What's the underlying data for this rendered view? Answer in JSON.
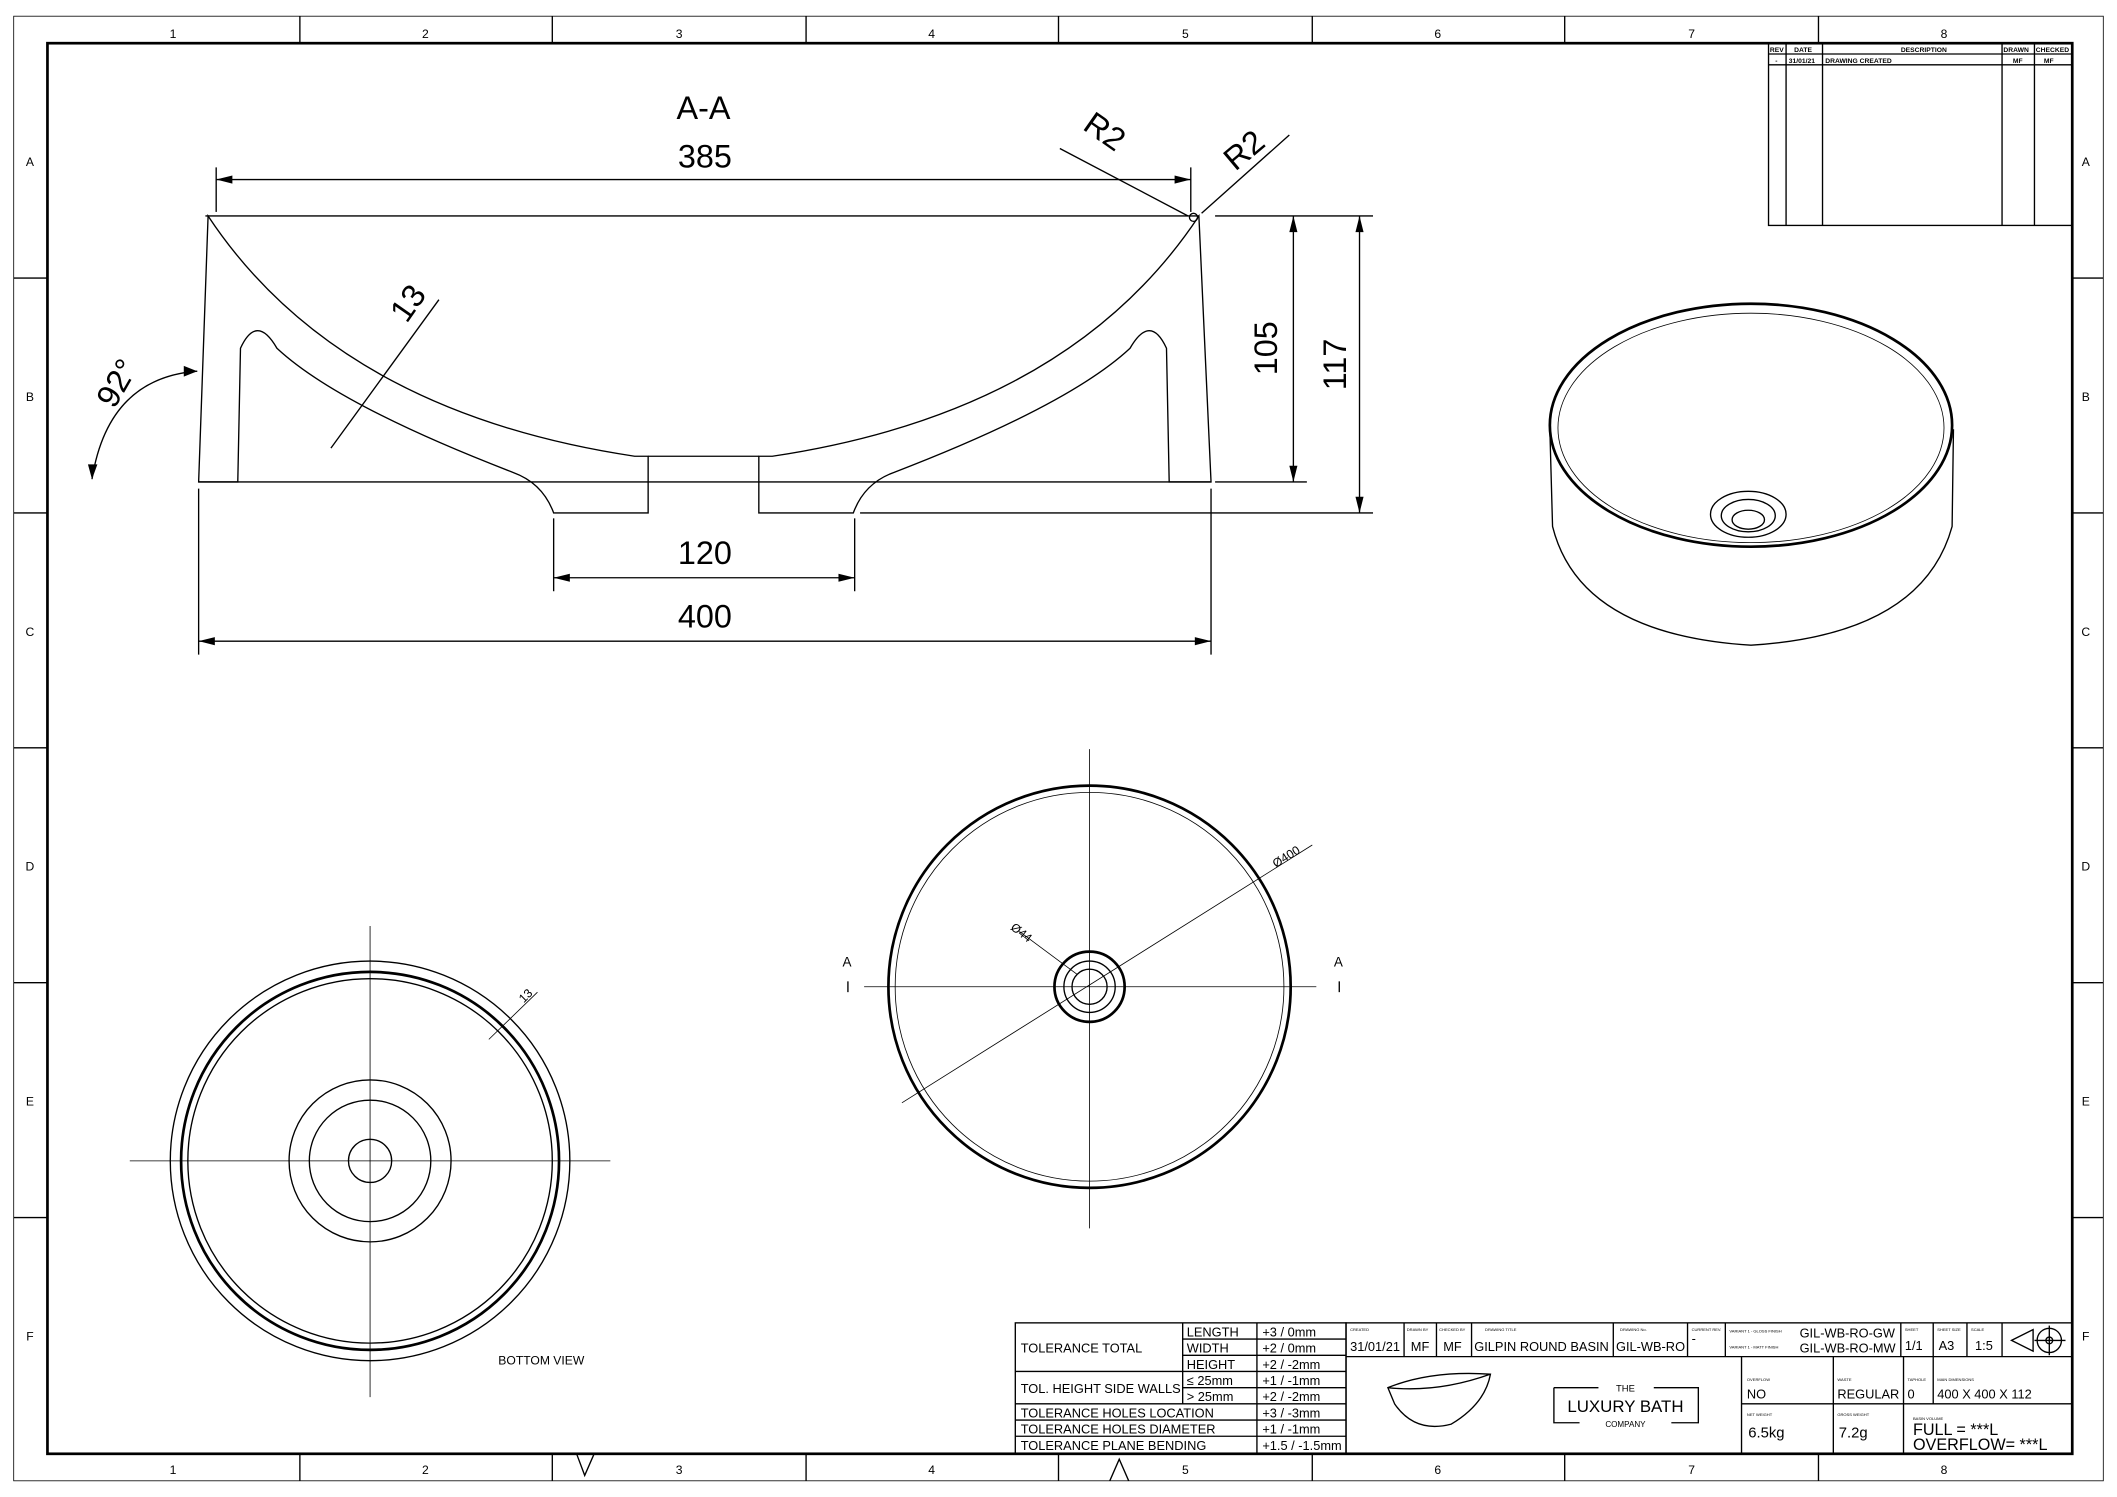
{
  "border": {
    "columns": [
      "1",
      "2",
      "3",
      "4",
      "5",
      "6",
      "7",
      "8"
    ],
    "rows": [
      "A",
      "B",
      "C",
      "D",
      "E",
      "F"
    ]
  },
  "revision_table": {
    "headers": [
      "REV",
      "DATE",
      "DESCRIPTION",
      "DRAWN",
      "CHECKED"
    ],
    "rows": [
      [
        "-",
        "31/01/21",
        "DRAWING CREATED",
        "MF",
        "MF"
      ]
    ]
  },
  "section_view": {
    "title": "A-A",
    "dims": {
      "top_width": "385",
      "radius_1": "R2",
      "radius_2": "R2",
      "wall": "13",
      "angle": "92°",
      "inner_height": "105",
      "total_height": "117",
      "drain_width": "120",
      "base_width": "400"
    }
  },
  "top_view": {
    "outer_dia": "Ø400",
    "drain_dia": "Ø44",
    "section_left": "A",
    "section_right": "A"
  },
  "bottom_view": {
    "label": "BOTTOM VIEW",
    "wall": "13"
  },
  "tolerances": {
    "total_label": "TOLERANCE TOTAL",
    "length": "LENGTH",
    "length_val": "+3 / 0mm",
    "width": "WIDTH",
    "width_val": "+2 / 0mm",
    "height": "HEIGHT",
    "height_val": "+2 / -2mm",
    "walls_label": "TOL. HEIGHT SIDE WALLS",
    "le25": "≤  25mm",
    "le25_val": "+1 / -1mm",
    "gt25": ">  25mm",
    "gt25_val": "+2 / -2mm",
    "holes_loc": "TOLERANCE HOLES LOCATION",
    "holes_loc_val": "+3 / -3mm",
    "holes_dia": "TOLERANCE HOLES DIAMETER",
    "holes_dia_val": "+1 / -1mm",
    "plane": "TOLERANCE PLANE BENDING",
    "plane_val": "+1.5 / -1.5mm"
  },
  "title_block": {
    "created_label": "CREATED",
    "created": "31/01/21",
    "drawn_label": "DRAWN BY",
    "drawn": "MF",
    "checked_label": "CHECKED BY",
    "checked": "MF",
    "title_label": "DRAWING TITLE",
    "title": "GILPIN ROUND BASIN",
    "number_label": "DRAWING No.",
    "number": "GIL-WB-RO",
    "rev_label": "CURRENT REV.",
    "rev": "-",
    "gloss_label": "VARIANT 1 - GLOSS FINISH",
    "gloss": "GIL-WB-RO-GW",
    "matt_label": "VARIANT 1 - MATT FINISH",
    "matt": "GIL-WB-RO-MW",
    "sheet_label": "SHEET",
    "sheet": "1/1",
    "size_label": "SHEET SIZE",
    "size": "A3",
    "scale_label": "SCALE",
    "scale": "1:5",
    "logo_the": "THE",
    "logo_main": "LUXURY BATH",
    "logo_company": "COMPANY",
    "overflow_label": "OVERFLOW",
    "overflow": "NO",
    "waste_label": "WASTE",
    "waste": "REGULAR",
    "taphole_label": "TAPHOLE",
    "taphole": "0",
    "dims_label": "MAIN DIMENSIONS",
    "dims": "400 X 400 X 112",
    "net_label": "NET WEIGHT",
    "net": "6.5kg",
    "gross_label": "GROSS WEIGHT",
    "gross": "7.2g",
    "volume_label": "BASIN VOLUME",
    "full": "FULL = ***L",
    "overflow_vol": "OVERFLOW= ***L"
  }
}
